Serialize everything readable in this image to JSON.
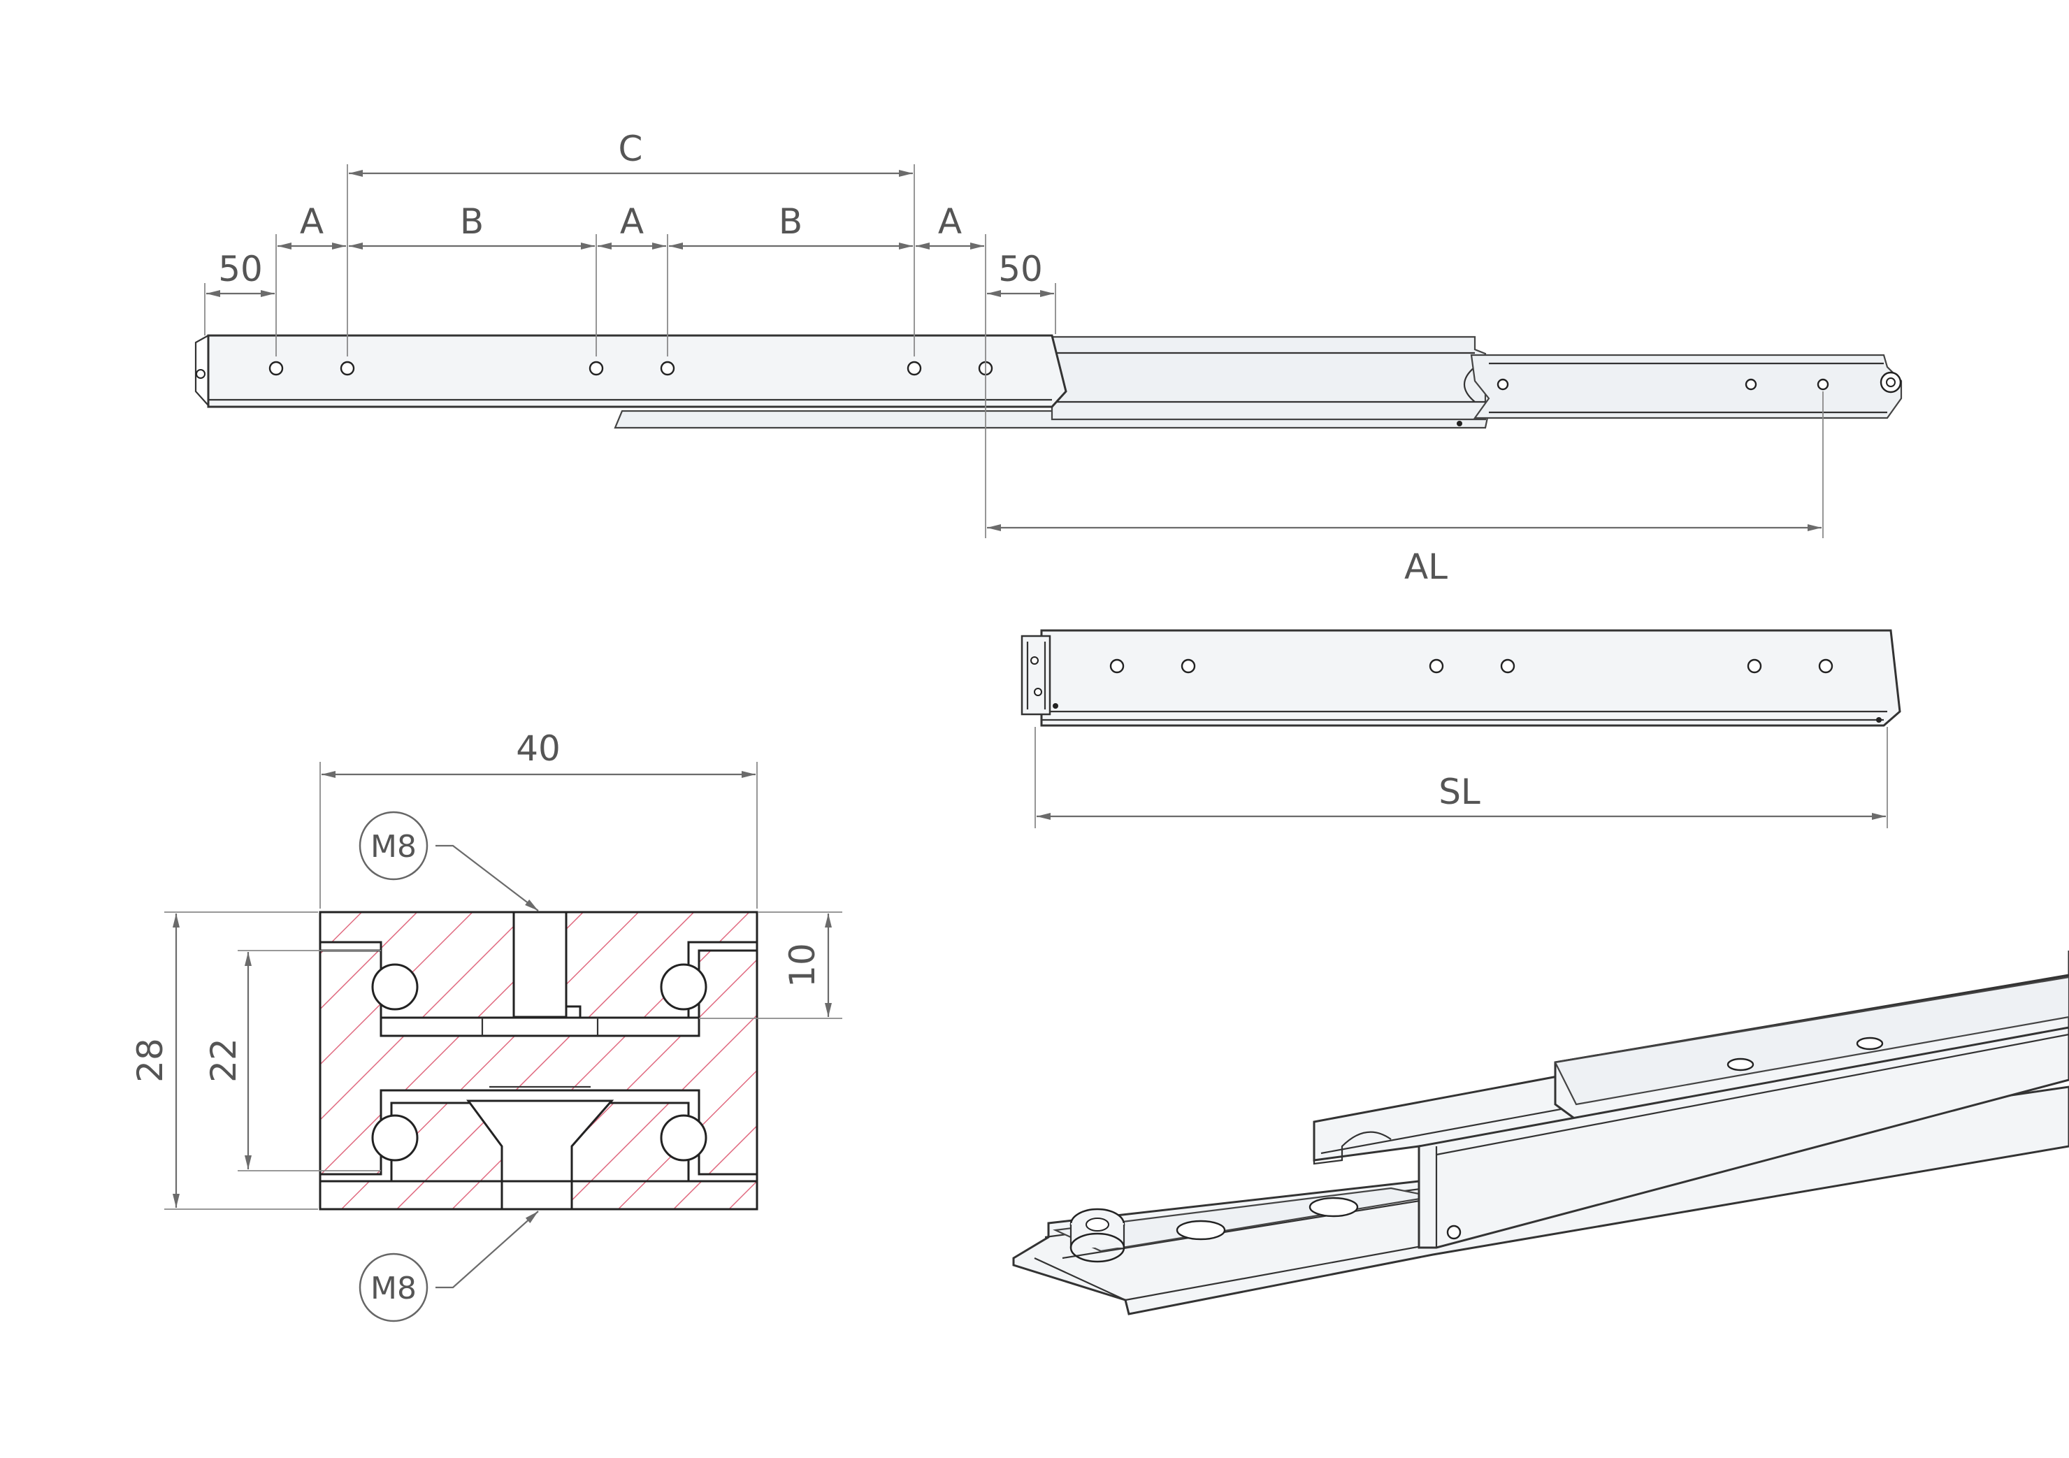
{
  "dimensions": {
    "end_left": "50",
    "a1": "A",
    "b1": "B",
    "a2": "A",
    "b2": "B",
    "a3": "A",
    "end_right": "50",
    "c": "C",
    "al": "AL",
    "sl": "SL",
    "width": "40",
    "height_total": "28",
    "height_inner": "22",
    "height_top": "10"
  },
  "callouts": {
    "thread_top": "M8",
    "thread_bottom": "M8"
  },
  "colors": {
    "hatch": "#e06a80",
    "line": "#333333",
    "dimension": "#6b6b6b"
  }
}
